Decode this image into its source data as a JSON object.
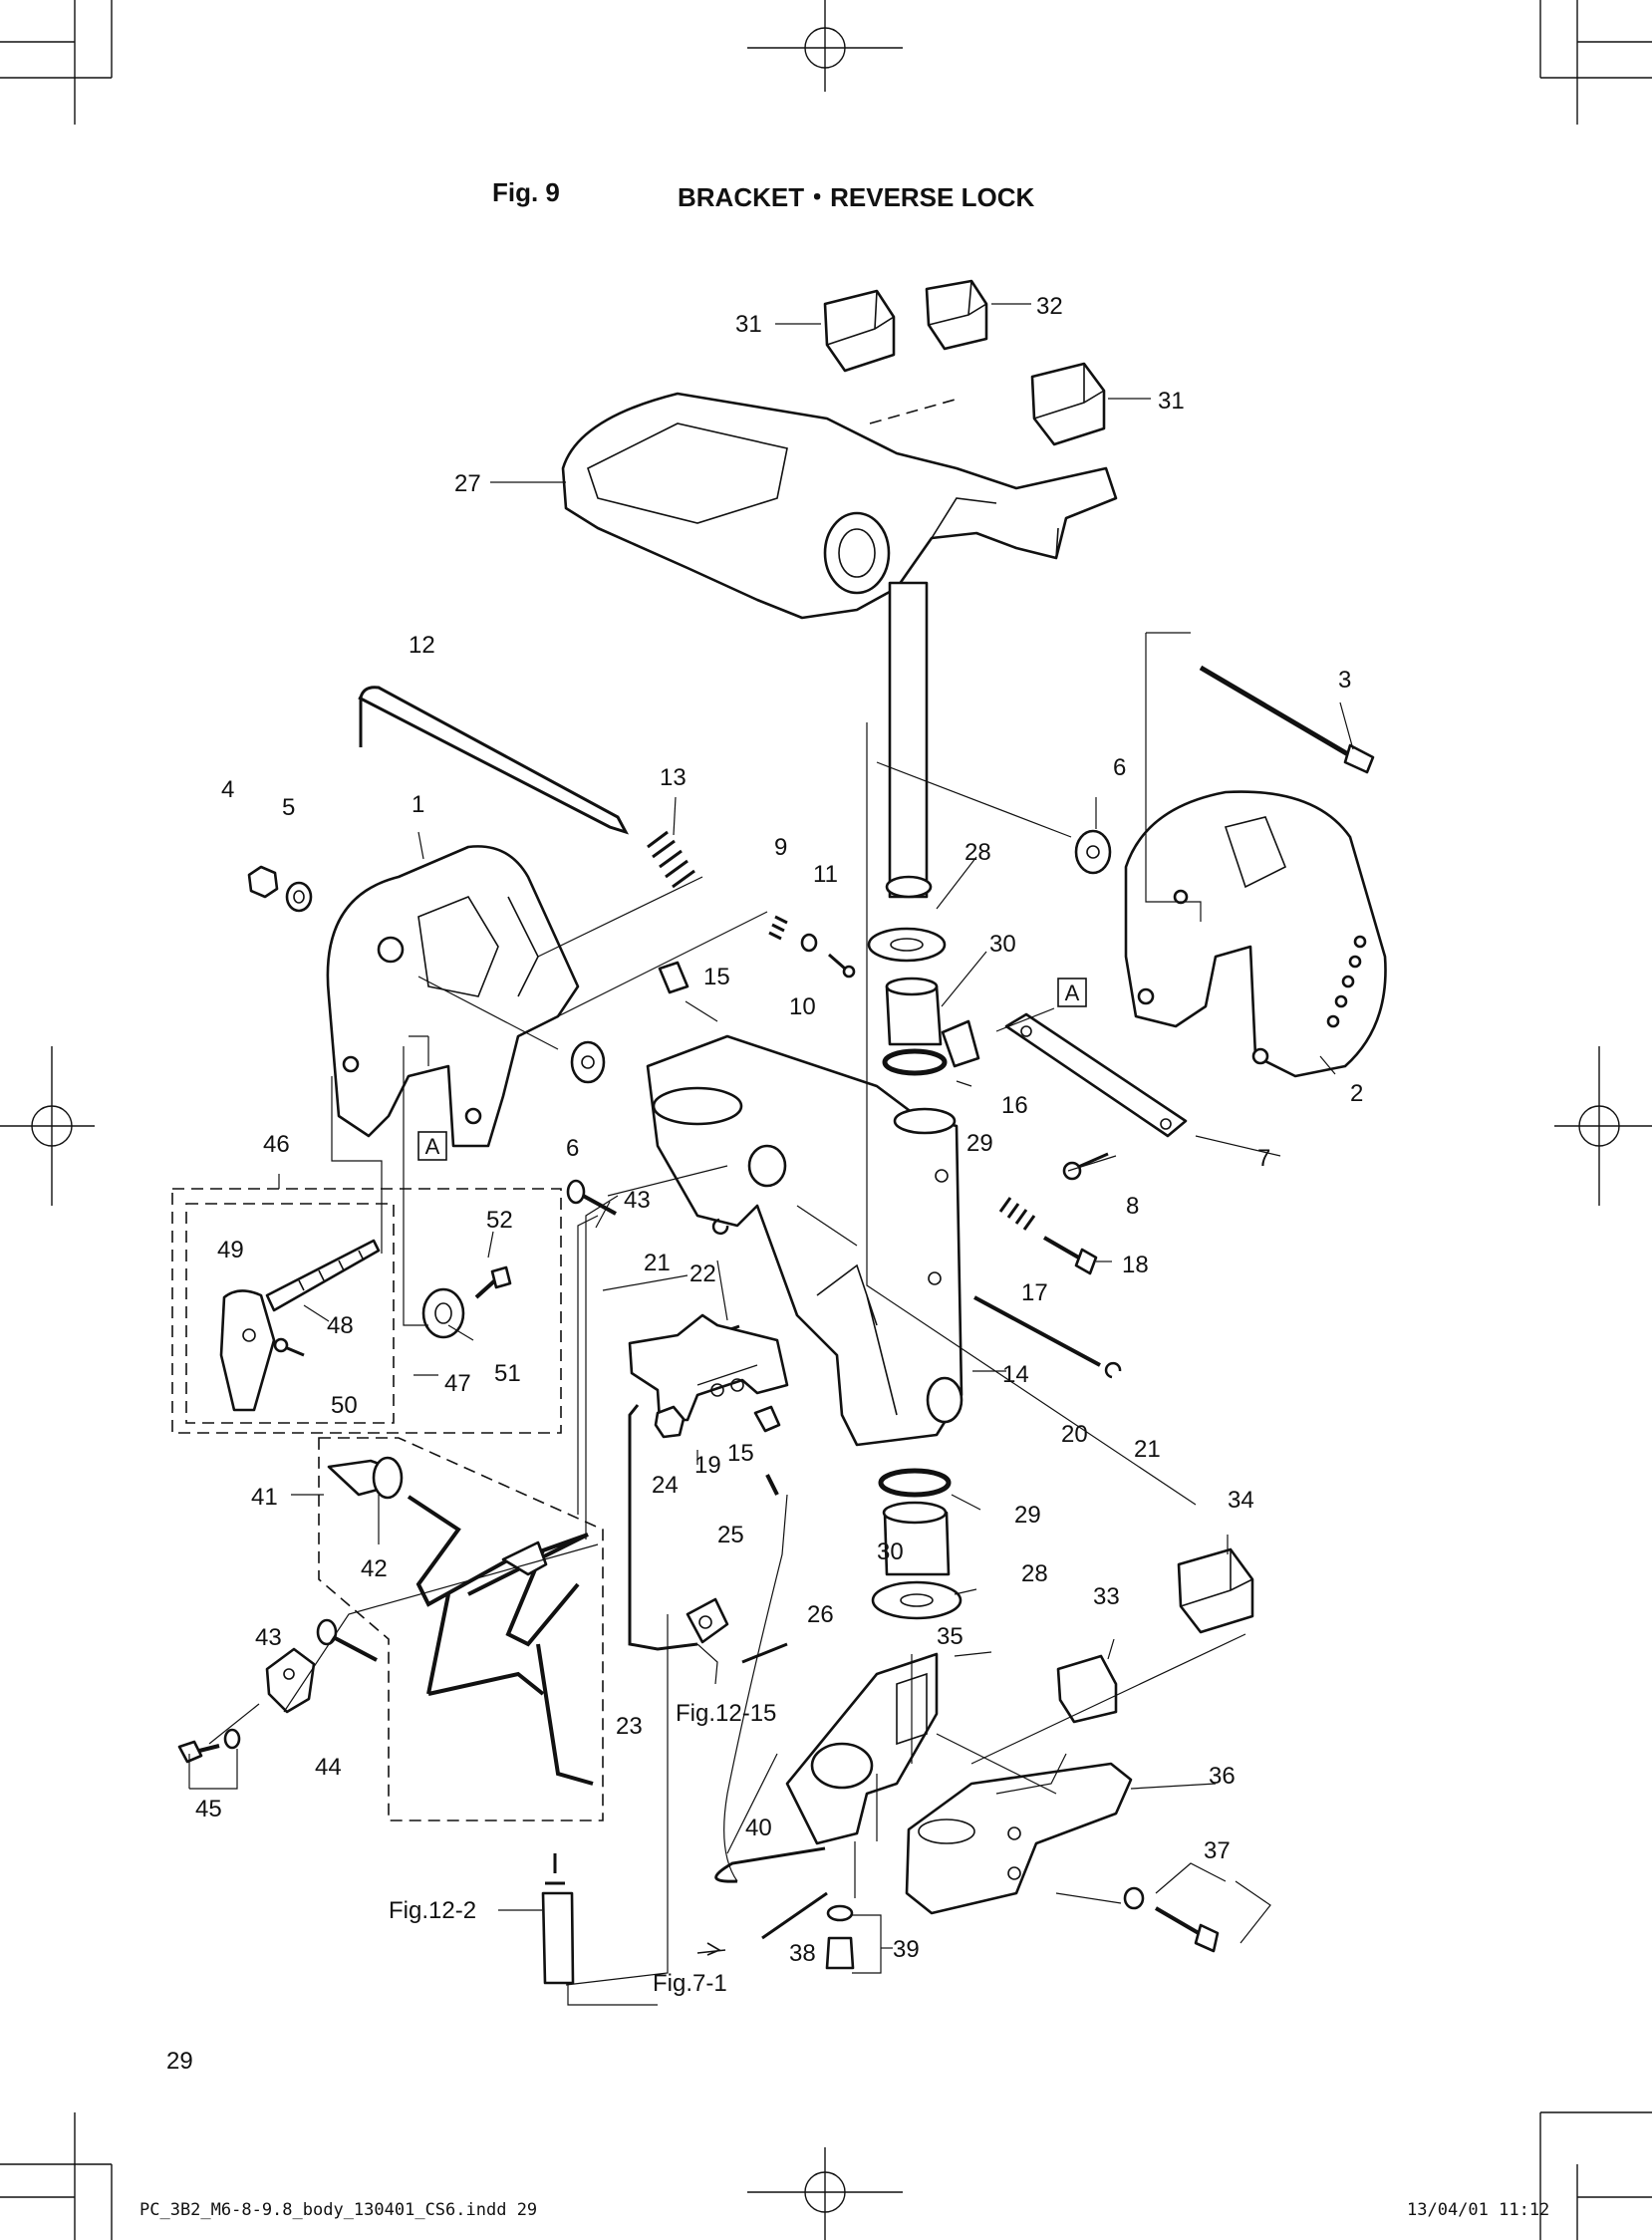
{
  "header": {
    "figure": "Fig. 9",
    "title": "BRACKET・REVERSE LOCK"
  },
  "page_number": "29",
  "footer": {
    "file": "PC_3B2_M6-8-9.8_body_130401_CS6.indd   29",
    "timestamp": "13/04/01   11:12"
  },
  "callouts": [
    "1",
    "2",
    "3",
    "4",
    "5",
    "6",
    "6",
    "7",
    "8",
    "9",
    "10",
    "11",
    "12",
    "13",
    "14",
    "15",
    "15",
    "16",
    "17",
    "18",
    "19",
    "20",
    "21",
    "21",
    "22",
    "23",
    "24",
    "25",
    "26",
    "27",
    "28",
    "28",
    "29",
    "29",
    "30",
    "30",
    "31",
    "31",
    "32",
    "33",
    "34",
    "35",
    "36",
    "37",
    "38",
    "39",
    "40",
    "41",
    "42",
    "43",
    "43",
    "44",
    "45",
    "46",
    "47",
    "48",
    "49",
    "50",
    "51",
    "52"
  ],
  "references": [
    "Fig.12-15",
    "Fig.12-2",
    "Fig.7-1"
  ],
  "box_marker": "A"
}
